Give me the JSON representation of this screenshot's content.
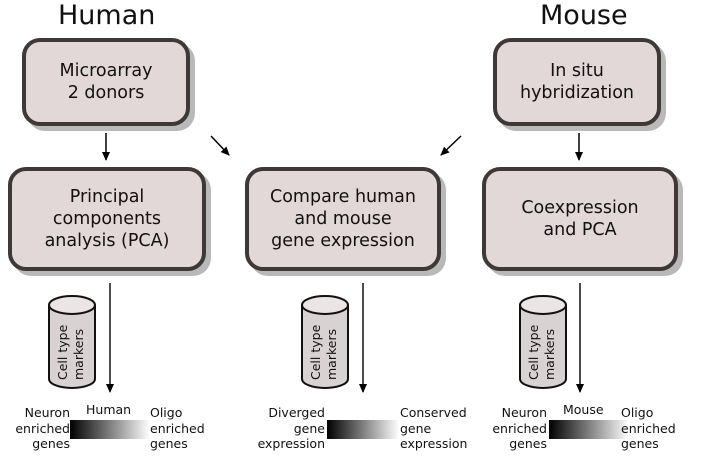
{
  "headers": {
    "human": "Human",
    "mouse": "Mouse"
  },
  "boxes": {
    "microarray": [
      "Microarray",
      "2 donors"
    ],
    "insitu": [
      "In situ",
      "hybridization"
    ],
    "pca": [
      "Principal",
      "components",
      "analysis (PCA)"
    ],
    "compare": [
      "Compare human",
      "and mouse",
      "gene expression"
    ],
    "coexpression": [
      "Coexpression",
      "and PCA"
    ]
  },
  "cylinder_label": [
    "Cell type",
    "markers"
  ],
  "scales": {
    "human": {
      "title": "Human",
      "left": [
        "Neuron",
        "enriched",
        "genes"
      ],
      "right": [
        "Oligo",
        "enriched",
        "genes"
      ]
    },
    "compare": {
      "title": "",
      "left": [
        "Diverged",
        "gene",
        "expression"
      ],
      "right": [
        "Conserved",
        "gene",
        "expression"
      ]
    },
    "mouse": {
      "title": "Mouse",
      "left": [
        "Neuron",
        "enriched",
        "genes"
      ],
      "right": [
        "Oligo",
        "enriched",
        "genes"
      ]
    }
  },
  "colors": {
    "box_fill": "#e2d8d8",
    "box_border": "#3f3838",
    "cylinder_fill": "#d9d2d2",
    "shadow": "#b9b9b9"
  }
}
